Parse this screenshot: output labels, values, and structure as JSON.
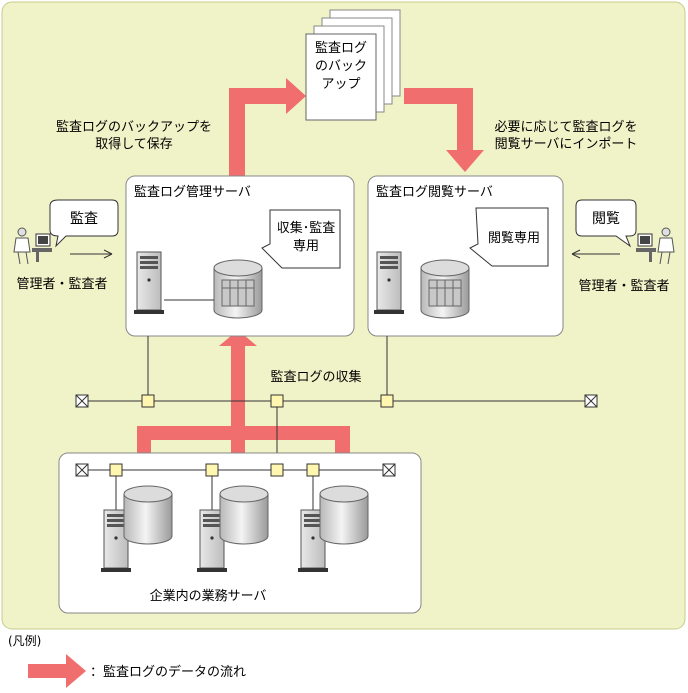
{
  "documents": [
    "監査ログ",
    "のバック",
    "アップ"
  ],
  "labels": {
    "backup_save": [
      "監査ログのバックアップを",
      "取得して保存"
    ],
    "import_on_demand": [
      "必要に応じて監査ログを",
      "閲覧サーバにインポート"
    ],
    "collect": "監査ログの収集",
    "business_servers": "企業内の業務サーバ"
  },
  "management_server": {
    "title": "監査ログ管理サーバ",
    "callout": [
      "収集･監査",
      "専用"
    ]
  },
  "viewer_server": {
    "title": "監査ログ閲覧サーバ",
    "callout": [
      "閲覧専用"
    ]
  },
  "left_user": {
    "bubble": "監査",
    "role": "管理者・監査者"
  },
  "right_user": {
    "bubble": "閲覧",
    "role": "管理者・監査者"
  },
  "legend": {
    "title": "(凡例)",
    "item": "：監査ログのデータの流れ"
  },
  "colors": {
    "background_panel": "#f0f2c8",
    "panel_border": "#c8cc8c",
    "flow_arrow": "#f06e6e"
  }
}
